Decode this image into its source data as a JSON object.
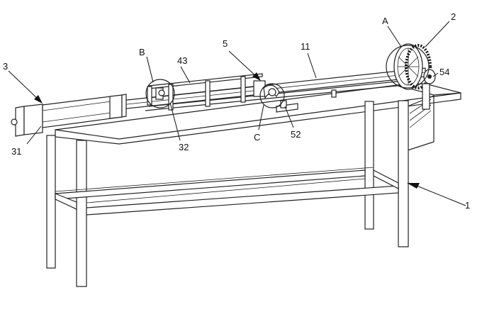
{
  "labels": {
    "l1": "1",
    "l2": "2",
    "l3": "3",
    "l5": "5",
    "l11": "11",
    "l31": "31",
    "l32": "32",
    "l43": "43",
    "l52": "52",
    "l54": "54",
    "lA": "A",
    "lB": "B",
    "lC": "C"
  },
  "colors": {
    "line": "#222222",
    "background": "#ffffff"
  }
}
